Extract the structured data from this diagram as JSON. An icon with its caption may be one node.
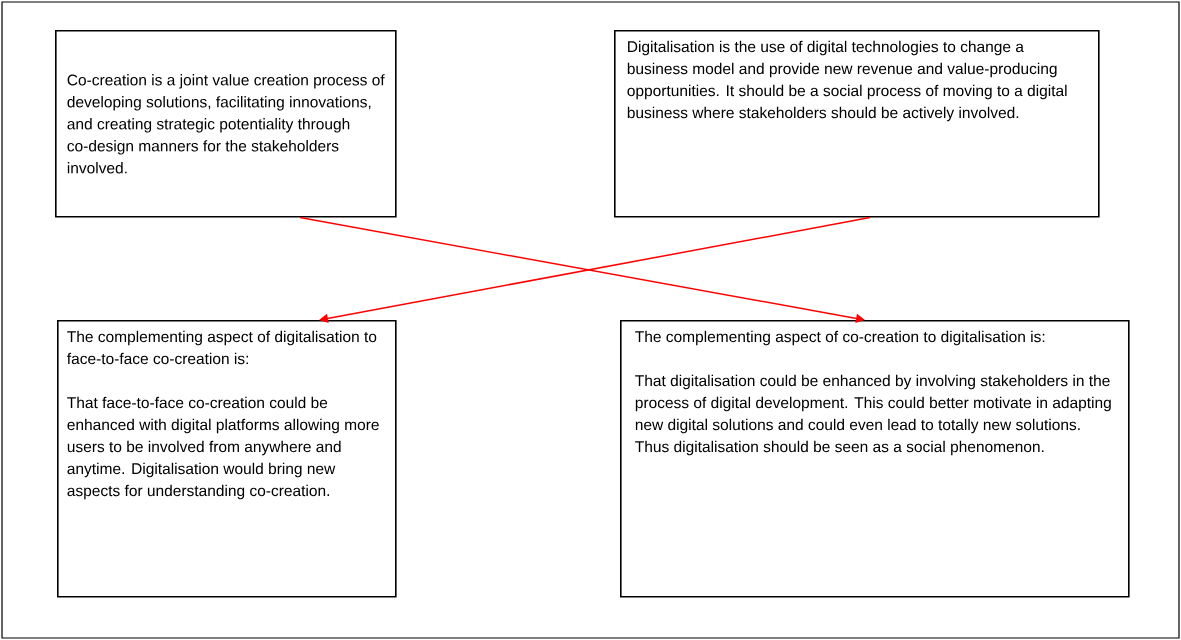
{
  "diagram": {
    "nodes": [
      {
        "text": [
          "Co-creation is a joint value creation process of developing solutions, facilitating innovations, and creating strategic potentiality through co-design manners for the stakeholders involved."
        ]
      },
      {
        "text": [
          "Digitalisation is the use of digital technologies to change a business model and provide new revenue and value-producing opportunities. It should be a social process of moving to a digital business where stakeholders should be actively involved."
        ]
      },
      {
        "text": [
          "The complementing aspect of digitalisation to face-to-face co-creation is:",
          "That face-to-face co-creation could be enhanced with digital platforms allowing more users to be involved from anywhere and anytime. Digitalisation would bring new aspects for understanding co-creation."
        ]
      },
      {
        "text": [
          "The complementing aspect of co-creation to digitalisation is:",
          "That digitalisation could be enhanced by involving stakeholders in the process of digital development. This could better motivate in adapting new digital solutions and could even lead to totally new solutions. Thus digitalisation should be seen as a social phenomenon."
        ]
      }
    ],
    "edges": [
      {
        "from": 0,
        "to": 3,
        "arrow": "to"
      },
      {
        "from": 1,
        "to": 2,
        "arrow": "to"
      }
    ]
  }
}
